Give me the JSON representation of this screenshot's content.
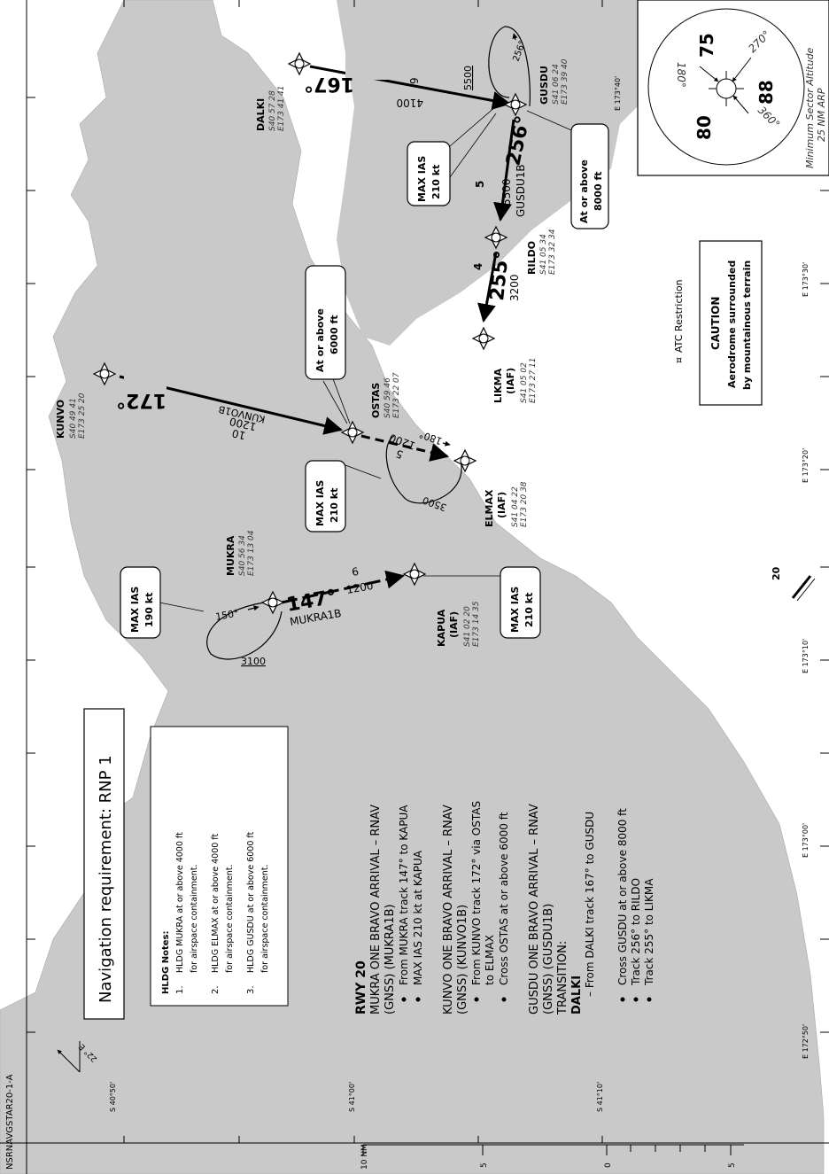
{
  "chart_id": "NSRNAVGSTAR20-1-A",
  "nav_requirement": "Navigation requirement: RNP 1",
  "hldg": {
    "title": "HLDG Notes:",
    "notes": [
      {
        "num": "1.",
        "l1": "HLDG MUKRA at or above 4000 ft",
        "l2": "for airspace containment."
      },
      {
        "num": "2.",
        "l1": "HLDG ELMAX at or above 4000 ft",
        "l2": "for airspace containment."
      },
      {
        "num": "3.",
        "l1": "HLDG GUSDU at or above 6000 ft",
        "l2": "for airspace containment."
      }
    ]
  },
  "procedures": {
    "rwy": "RWY 20",
    "mukra_t1": "MUKRA ONE BRAVO ARRIVAL – RNAV",
    "mukra_t2": "(GNSS) (MUKRA1B)",
    "mukra_b1": "From MUKRA track 147° to KAPUA",
    "mukra_b2": "MAX IAS 210 kt at KAPUA",
    "kunvo_t1": "KUNVO ONE BRAVO ARRIVAL – RNAV",
    "kunvo_t2": "(GNSS) (KUNVO1B)",
    "kunvo_b1a": "From KUNVO track 172° via OSTAS",
    "kunvo_b1b": "to ELMAX",
    "kunvo_b2": "Cross OSTAS at or above 6000 ft",
    "gusdu_t1": "GUSDU ONE BRAVO ARRIVAL – RNAV",
    "gusdu_t2": "(GNSS) (GUSDU1B)",
    "gusdu_t3": "TRANSITION:",
    "gusdu_t4": "DALKI",
    "gusdu_b0": "– From DALKI track 167° to GUSDU",
    "gusdu_b1": "Cross GUSDU at or above 8000 ft",
    "gusdu_b2": "Track 256° to RILDO",
    "gusdu_b3": "Track 255° to LIKMA"
  },
  "waypoints": {
    "dalki": {
      "name": "DALKI",
      "lat": "S40 57 28",
      "lon": "E173 41 41"
    },
    "gusdu": {
      "name": "GUSDU",
      "lat": "S41 06 24",
      "lon": "E173 39 40"
    },
    "rildo": {
      "name": "RILDO",
      "lat": "S41 05 34",
      "lon": "E173 32 34"
    },
    "likma": {
      "name": "LIKMA",
      "iaf": "(IAF)",
      "lat": "S41 05 02",
      "lon": "E173 27 11"
    },
    "kunvo": {
      "name": "KUNVO",
      "lat": "S40 49 41",
      "lon": "E173 25 20"
    },
    "ostas": {
      "name": "OSTAS",
      "lat": "S40 59 46",
      "lon": "E173 22 07"
    },
    "elmax": {
      "name": "ELMAX",
      "iaf": "(IAF)",
      "lat": "S41 04 22",
      "lon": "E173 20 38"
    },
    "mukra": {
      "name": "MUKRA",
      "lat": "S40 56 34",
      "lon": "E173 13 04"
    },
    "kapua": {
      "name": "KAPUA",
      "iaf": "(IAF)",
      "lat": "S41 02 20",
      "lon": "E173 14 35"
    }
  },
  "legs": {
    "dalki_trk": "167°",
    "dalki_dist": "9",
    "dalki_alt": "4100",
    "gusdu_trk": "256°",
    "gusdu_dist": "5",
    "gusdu_alt": "5500",
    "gusdu_name": "GUSDU1B",
    "rildo_trk": "255°",
    "rildo_dist": "4",
    "rildo_alt": "3200",
    "kunvo_trk": "172°",
    "kunvo_name": "KUNVO1B",
    "kunvo_alt": "1200",
    "kunvo_dist": "10",
    "ostas_dist": "5",
    "ostas_alt": "1200",
    "mukra_trk": "147°",
    "mukra_dist": "6",
    "mukra_alt": "1200",
    "mukra_name": "MUKRA1B"
  },
  "holds": {
    "gusdu_alt": "5500",
    "gusdu_crs": "256°",
    "elmax_crs": "180°",
    "elmax_alt": "3500",
    "mukra_crs": "150°",
    "mukra_alt": "3100"
  },
  "callouts": {
    "max_ias": "MAX IAS",
    "kt190": "190 kt",
    "kt210": "210 kt",
    "at_or_above": "At or above",
    "ft6000": "6000 ft",
    "ft8000": "8000 ft"
  },
  "legend": {
    "atc": "ATC Restriction",
    "caution_t": "CAUTION",
    "caution_1": "Aerodrome surrounded",
    "caution_2": "by mountainous terrain"
  },
  "msa": {
    "title": "Minimum Sector Altitude",
    "sub": "25 NM ARP",
    "a1": "75",
    "a2": "88",
    "a3": "80",
    "b1": "180°",
    "b2": "270°",
    "b3": "360°"
  },
  "grid": {
    "lat_s4050": "S 40°50'",
    "lat_s4100": "S 41°00'",
    "lat_s4110": "S 41°10'",
    "lon_17250": "E 172°50'",
    "lon_17300": "E 173°00'",
    "lon_17310": "E 173°10'",
    "lon_17320": "E 173°20'",
    "lon_17330": "E 173°30'",
    "lon_17340": "E 173°40'"
  },
  "scale": {
    "s10": "10 NM",
    "s5a": "5",
    "s0": "0",
    "s5b": "5"
  },
  "north": "22° E",
  "rwy_label": "20",
  "colors": {
    "land": "#c9c9c9",
    "sea": "#ffffff",
    "ink": "#000000"
  }
}
